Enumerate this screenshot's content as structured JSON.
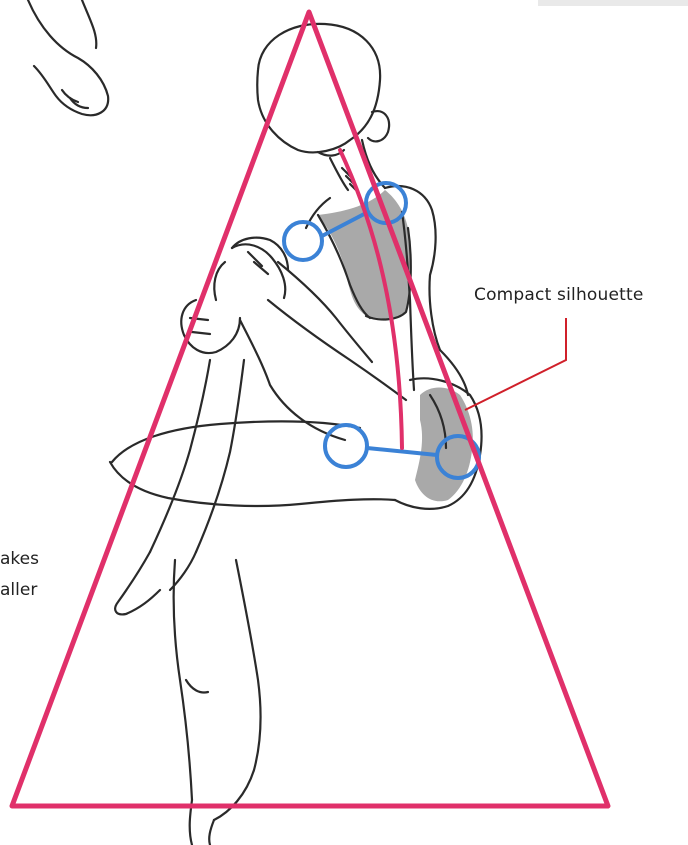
{
  "annotations": {
    "main_label": "Compact silhouette",
    "cut_label_1": "akes",
    "cut_label_2": "aller"
  },
  "colors": {
    "triangle": "#e0306a",
    "joints": "#3b82d6",
    "leader_line": "#d0202a",
    "ink": "#2a2a2a",
    "shade": "#a9a9a9"
  }
}
